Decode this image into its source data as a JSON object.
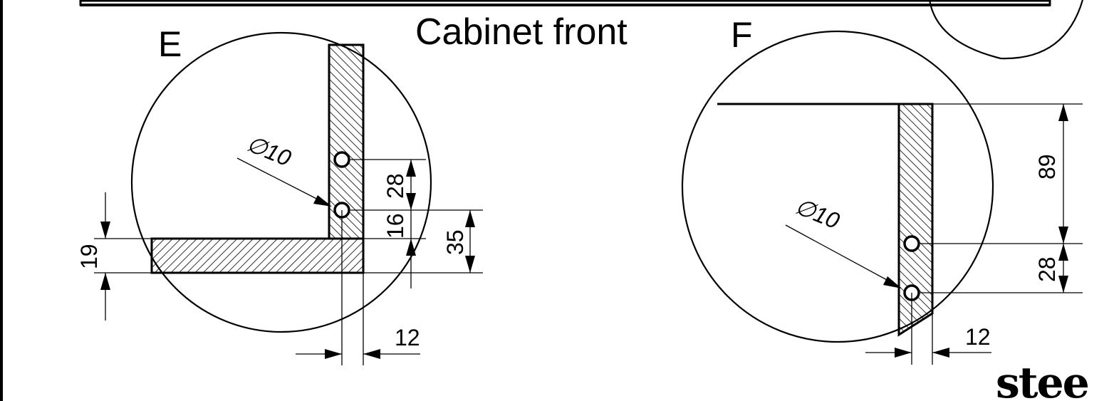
{
  "title": "Cabinet front",
  "detail_e": {
    "letter": "E",
    "diameter_label": "∅10",
    "dims": {
      "hole_spacing": "28",
      "hole_offset": "16",
      "total_height": "35",
      "panel_thickness": "19",
      "edge_offset": "12"
    }
  },
  "detail_f": {
    "letter": "F",
    "diameter_label": "∅10",
    "dims": {
      "top_offset": "89",
      "hole_spacing": "28",
      "edge_offset": "12"
    }
  },
  "logo": {
    "text": "stee"
  }
}
